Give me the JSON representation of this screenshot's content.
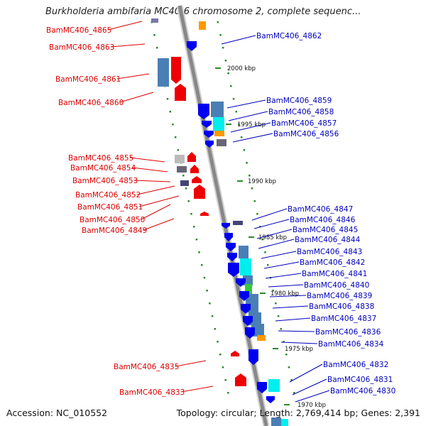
{
  "title": "Burkholderia ambifaria MC40-6 chromosome 2, complete sequenc...",
  "footer": {
    "accession": "Accession: NC_010552",
    "summary": "Topology: circular; Length: 2,769,414 bp; Genes: 2,391"
  },
  "colors": {
    "minus_label": "#dd0000",
    "plus_label": "#0000bb",
    "axis": "#888888",
    "tick": "#2a8a2a"
  },
  "scale_labels": [
    "2000 kbp",
    "1995 kbp",
    "1990 kbp",
    "1985 kbp",
    "1980 kbp",
    "1975 kbp",
    "1970 kbp"
  ],
  "left_genes": [
    "BamMC406_4865",
    "BamMC406_4863",
    "BamMC406_4861",
    "BamMC406_4860",
    "BamMC406_4855",
    "BamMC406_4854",
    "BamMC406_4853",
    "BamMC406_4852",
    "BamMC406_4851",
    "BamMC406_4850",
    "BamMC406_4849",
    "BamMC406_4835",
    "BamMC406_4833"
  ],
  "right_genes": [
    "BamMC406_4862",
    "BamMC406_4859",
    "BamMC406_4858",
    "BamMC406_4857",
    "BamMC406_4856",
    "BamMC406_4847",
    "BamMC406_4846",
    "BamMC406_4845",
    "BamMC406_4844",
    "BamMC406_4843",
    "BamMC406_4842",
    "BamMC406_4841",
    "BamMC406_4840",
    "BamMC406_4839",
    "BamMC406_4838",
    "BamMC406_4837",
    "BamMC406_4836",
    "BamMC406_4834",
    "BamMC406_4832",
    "BamMC406_4831",
    "BamMC406_4830"
  ]
}
